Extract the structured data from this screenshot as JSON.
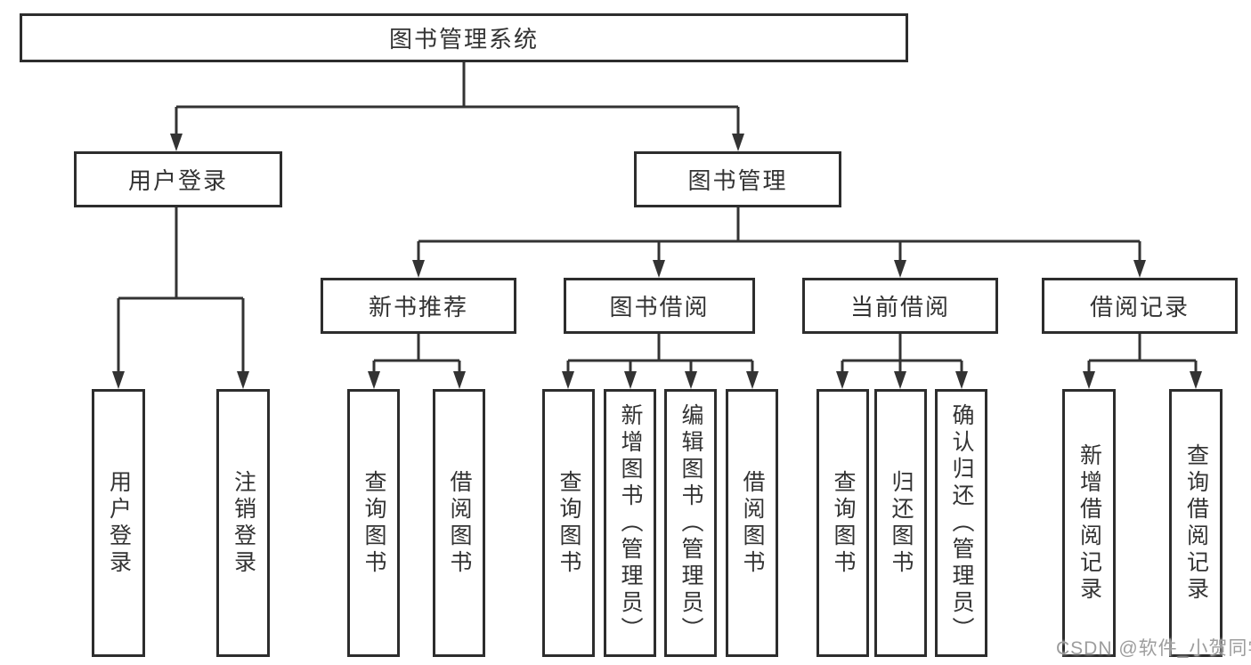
{
  "colors": {
    "background": "#ffffff",
    "border": "#2d2d2d",
    "line": "#333333",
    "text": "#333333",
    "watermark": "#9d9d9d"
  },
  "watermark": {
    "text": "CSDN @软件_小贺同学"
  },
  "nodes": {
    "root": {
      "label": "图书管理系统"
    },
    "user_login": {
      "label": "用户登录"
    },
    "book_mgmt": {
      "label": "图书管理"
    },
    "new_book_rec": {
      "label": "新书推荐"
    },
    "book_borrow": {
      "label": "图书借阅"
    },
    "current_borrow": {
      "label": "当前借阅"
    },
    "borrow_record": {
      "label": "借阅记录"
    },
    "leaf_ul_login": {
      "label": "用户登录"
    },
    "leaf_ul_logout": {
      "label": "注销登录"
    },
    "leaf_nbr_query": {
      "label": "查询图书"
    },
    "leaf_nbr_borrow": {
      "label": "借阅图书"
    },
    "leaf_bb_query": {
      "label": "查询图书"
    },
    "leaf_bb_add": {
      "label": "新增图书（管理员）"
    },
    "leaf_bb_edit": {
      "label": "编辑图书（管理员）"
    },
    "leaf_bb_borrow": {
      "label": "借阅图书"
    },
    "leaf_cb_query": {
      "label": "查询图书"
    },
    "leaf_cb_return": {
      "label": "归还图书"
    },
    "leaf_cb_confirm": {
      "label": "确认归还（管理员）"
    },
    "leaf_br_add": {
      "label": "新增借阅记录"
    },
    "leaf_br_query": {
      "label": "查询借阅记录"
    }
  },
  "hierarchy": {
    "图书管理系统": {
      "用户登录": [
        "用户登录",
        "注销登录"
      ],
      "图书管理": {
        "新书推荐": [
          "查询图书",
          "借阅图书"
        ],
        "图书借阅": [
          "查询图书",
          "新增图书（管理员）",
          "编辑图书（管理员）",
          "借阅图书"
        ],
        "当前借阅": [
          "查询图书",
          "归还图书",
          "确认归还（管理员）"
        ],
        "借阅记录": [
          "新增借阅记录",
          "查询借阅记录"
        ]
      }
    }
  }
}
